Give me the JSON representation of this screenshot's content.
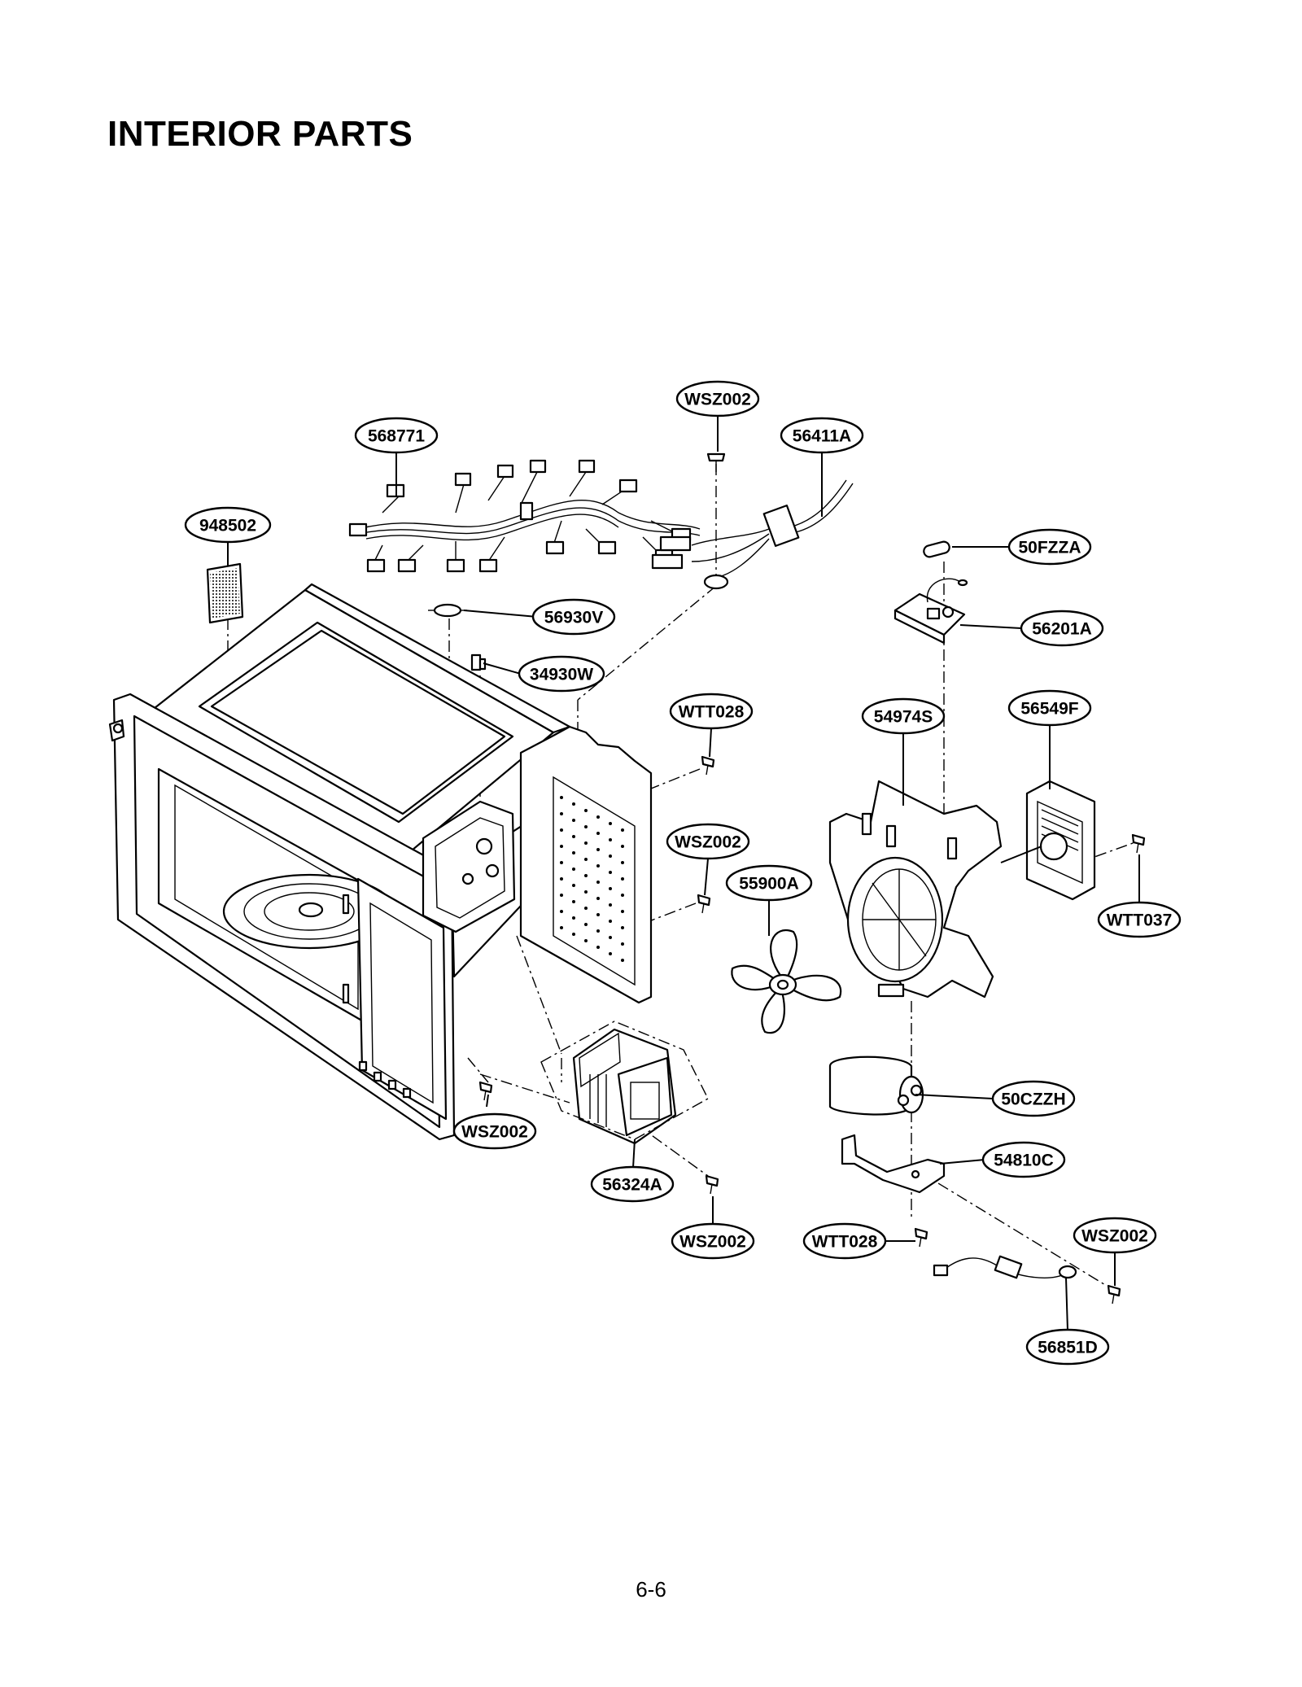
{
  "title": "INTERIOR PARTS",
  "page_number": "6-6",
  "parts": [
    {
      "id": "p1",
      "label": "568771"
    },
    {
      "id": "p2",
      "label": "WSZ002"
    },
    {
      "id": "p3",
      "label": "56411A"
    },
    {
      "id": "p4",
      "label": "948502"
    },
    {
      "id": "p5",
      "label": "50FZZA"
    },
    {
      "id": "p6",
      "label": "56930V"
    },
    {
      "id": "p7",
      "label": "56201A"
    },
    {
      "id": "p8",
      "label": "34930W"
    },
    {
      "id": "p9",
      "label": "WTT028"
    },
    {
      "id": "p10",
      "label": "54974S"
    },
    {
      "id": "p11",
      "label": "56549F"
    },
    {
      "id": "p12",
      "label": "WSZ002"
    },
    {
      "id": "p13",
      "label": "55900A"
    },
    {
      "id": "p14",
      "label": "WTT037"
    },
    {
      "id": "p15",
      "label": "50CZZH"
    },
    {
      "id": "p16",
      "label": "WSZ002"
    },
    {
      "id": "p17",
      "label": "54810C"
    },
    {
      "id": "p18",
      "label": "56324A"
    },
    {
      "id": "p19",
      "label": "WSZ002"
    },
    {
      "id": "p20",
      "label": "WTT028"
    },
    {
      "id": "p21",
      "label": "WSZ002"
    },
    {
      "id": "p22",
      "label": "56851D"
    }
  ]
}
